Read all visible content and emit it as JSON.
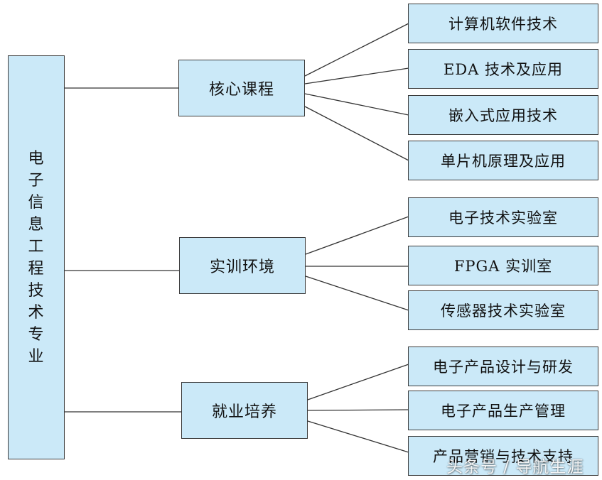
{
  "root": {
    "label": "电子信息工程技术专业",
    "chars": [
      "电",
      "子",
      "信",
      "息",
      "工",
      "程",
      "技",
      "术",
      "专",
      "业"
    ]
  },
  "groups": [
    {
      "label": "核心课程",
      "items": [
        "计算机软件技术",
        "EDA 技术及应用",
        "嵌入式应用技术",
        "单片机原理及应用"
      ]
    },
    {
      "label": "实训环境",
      "items": [
        "电子技术实验室",
        "FPGA 实训室",
        "传感器技术实验室"
      ]
    },
    {
      "label": "就业培养",
      "items": [
        "电子产品设计与研发",
        "电子产品生产管理",
        "产品营销与技术支持"
      ]
    }
  ],
  "watermark": "头条号 / 导航生涯",
  "colors": {
    "box_fill": "#cbe9f8",
    "box_border": "#3a3a3a",
    "line": "#333333"
  }
}
